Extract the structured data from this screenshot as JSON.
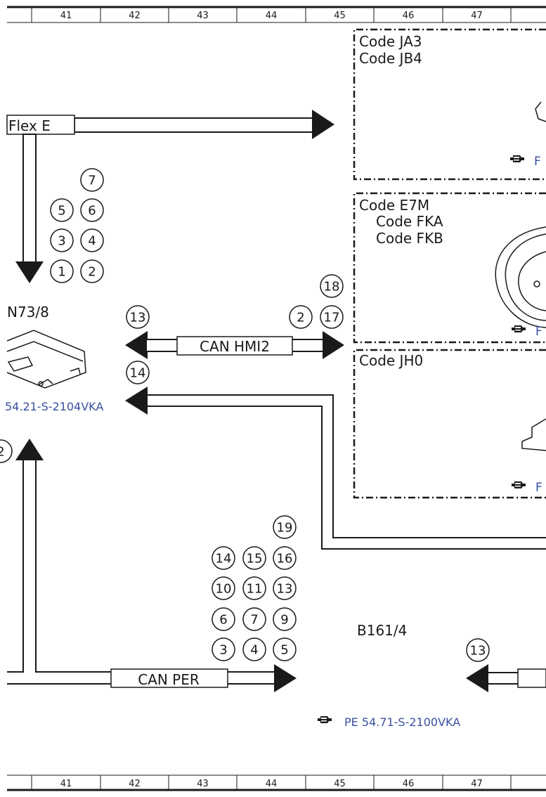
{
  "columns": [
    "41",
    "42",
    "43",
    "44",
    "45",
    "46",
    "47"
  ],
  "boxes": {
    "top": {
      "codes": [
        "Code JA3",
        "Code JB4"
      ],
      "ref": "F"
    },
    "middle": {
      "codes": [
        "Code E7M",
        "Code FKA",
        "Code FKB"
      ],
      "ref": "F"
    },
    "lower": {
      "codes": [
        "Code JH0"
      ],
      "ref": "F"
    }
  },
  "component_label": "N73/8",
  "component_ref": "54.21-S-2104VKA",
  "buses": {
    "flex": "Flex E",
    "hmi": "CAN HMI2",
    "per": "CAN PER"
  },
  "circles": {
    "flex_group": [
      "7",
      "5",
      "6",
      "3",
      "4",
      "1",
      "2"
    ],
    "hmi_left": "13",
    "hmi_right": [
      "18",
      "2",
      "17"
    ],
    "lower_left": "14",
    "per_left": "2",
    "per_group": [
      "19",
      "14",
      "15",
      "16",
      "10",
      "11",
      "13",
      "6",
      "7",
      "9",
      "3",
      "4",
      "5"
    ],
    "b161": "13"
  },
  "b161_label": "B161/4",
  "bottom_ref": "PE 54.71-S-2100VKA",
  "colors": {
    "line": "#1a1a1a",
    "ref_text": "#3a4fa0"
  }
}
